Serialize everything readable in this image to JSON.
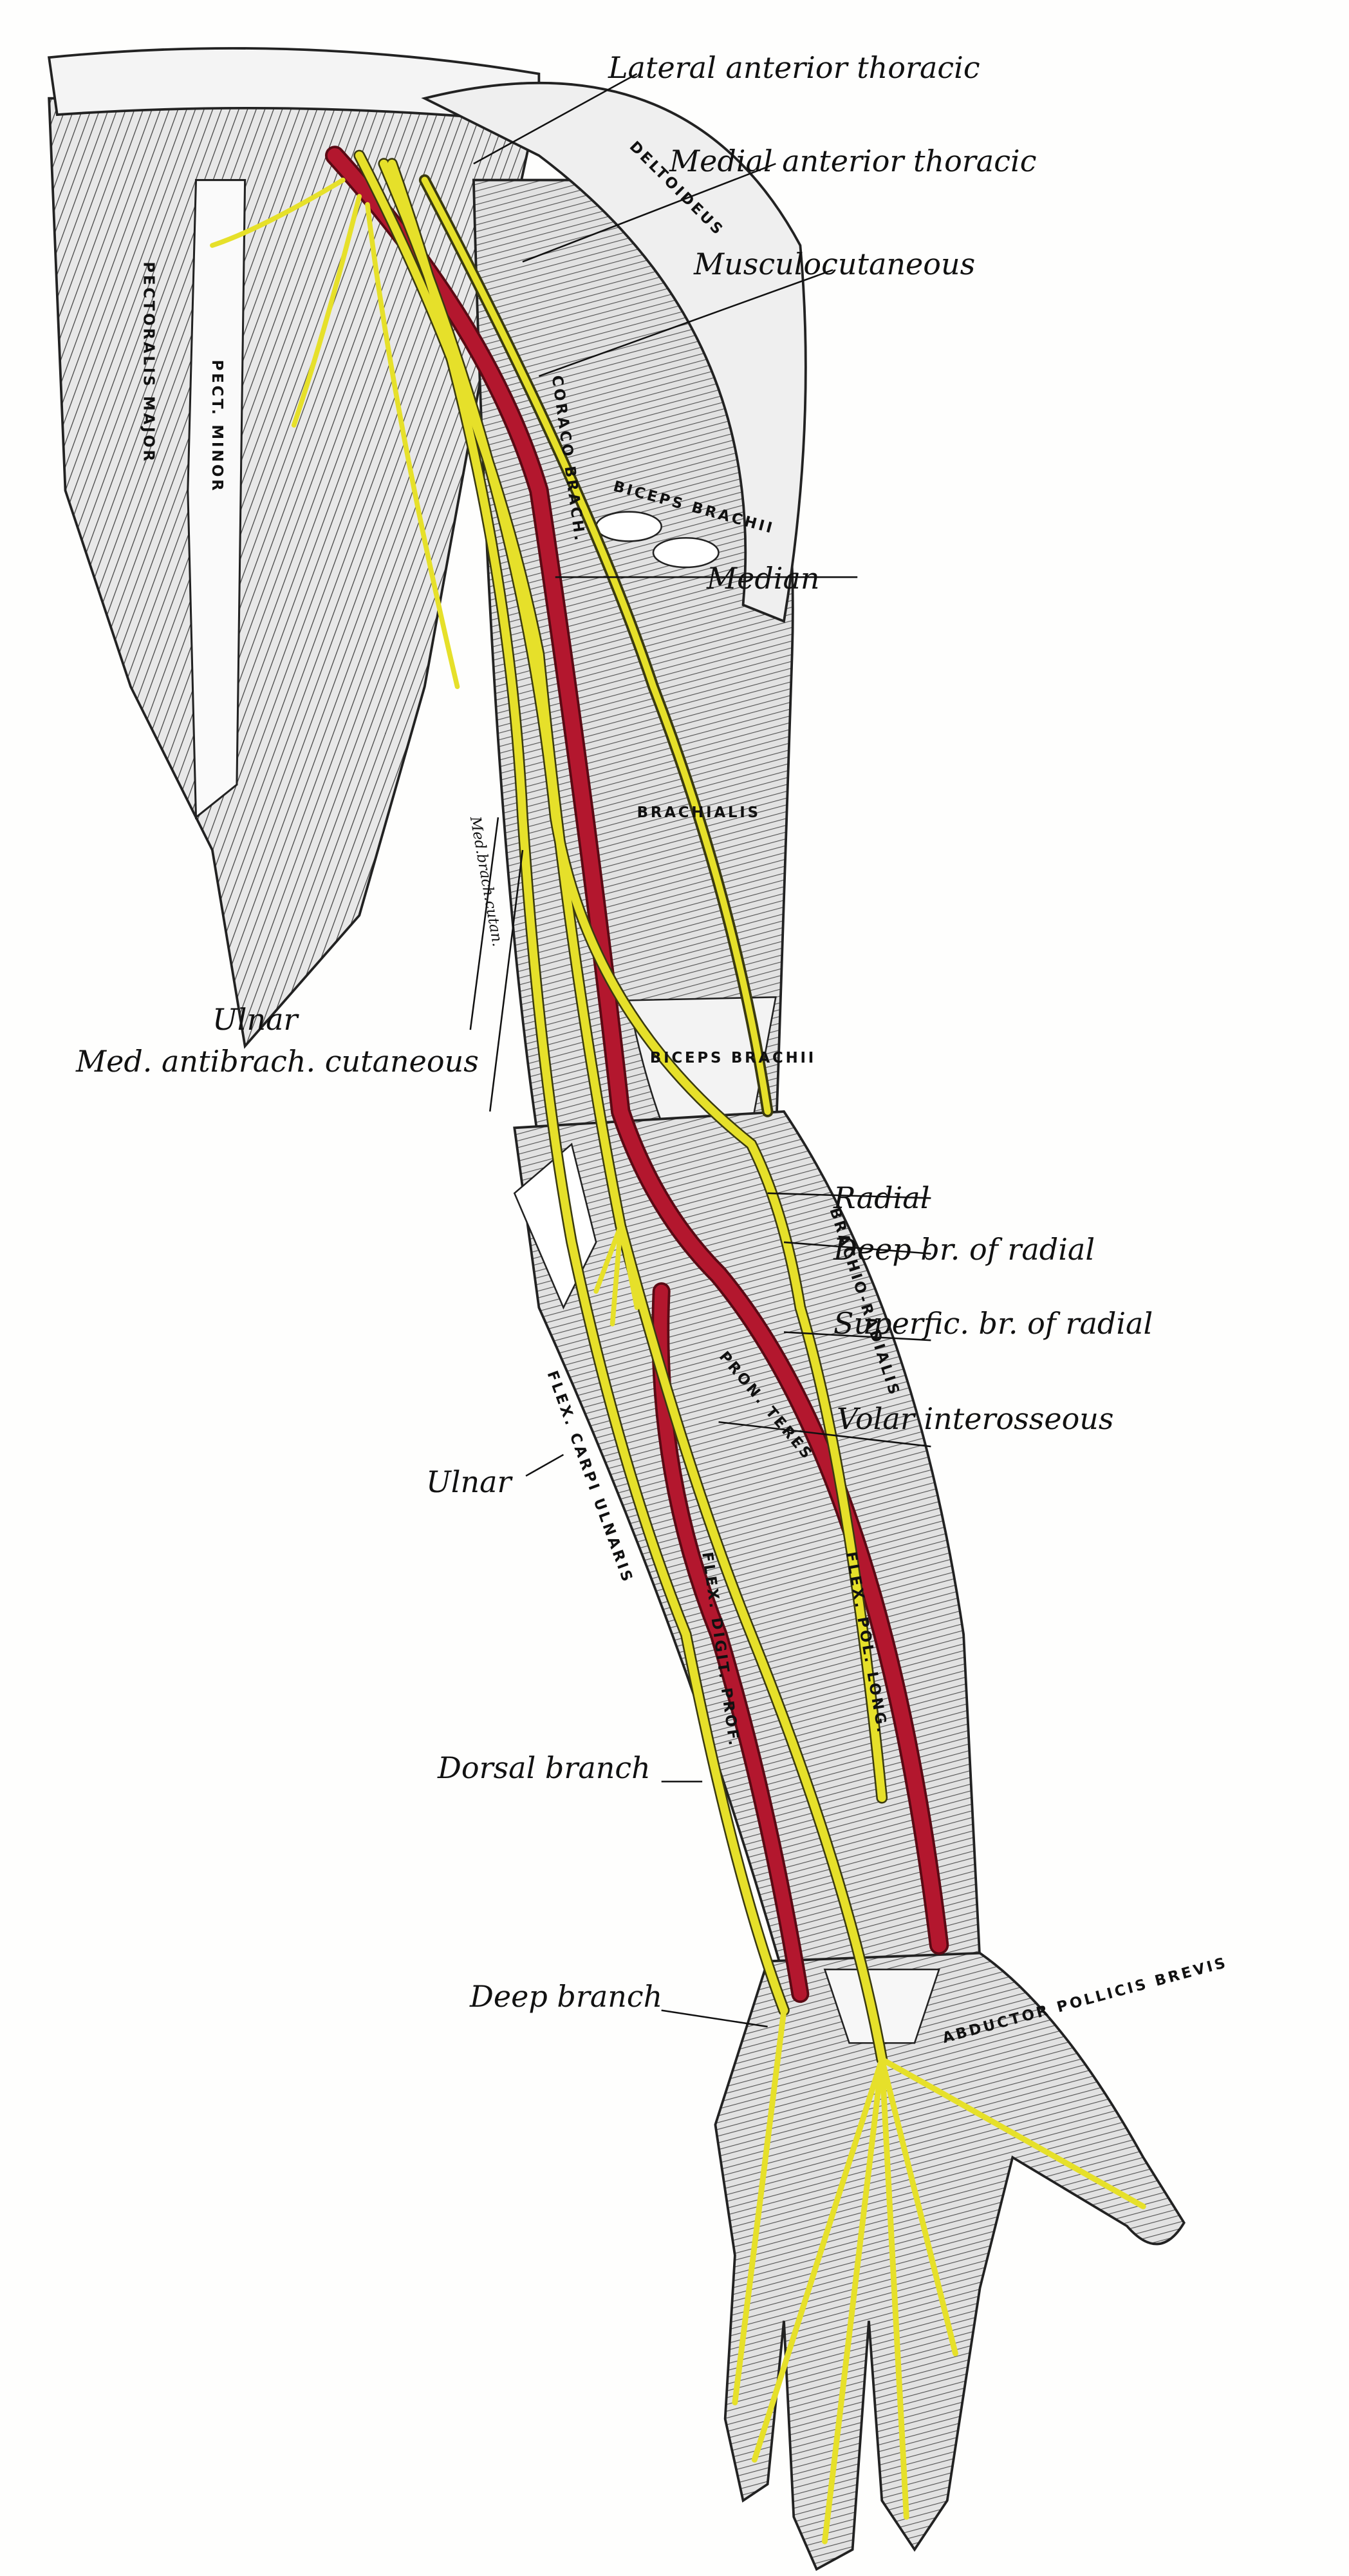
{
  "figure": {
    "nerve_labels": {
      "lateral_anterior_thoracic": "Lateral anterior thoracic",
      "medial_anterior_thoracic": "Medial anterior thoracic",
      "musculocutaneous": "Musculocutaneous",
      "median": "Median",
      "ulnar_upper": "Ulnar",
      "med_antibrach_cutaneous": "Med. antibrach. cutaneous",
      "med_brach_cutaneous": "Med.brach.cutan.",
      "radial": "Radial",
      "deep_br_radial": "Deep br. of radial",
      "superfic_br_radial": "Superfic. br. of radial",
      "volar_interosseous": "Volar interosseous",
      "ulnar_lower": "Ulnar",
      "dorsal_branch": "Dorsal branch",
      "deep_branch": "Deep branch"
    },
    "muscle_labels": {
      "deltoideus": "DELTOIDEUS",
      "pectoralis_major": "PECTORALIS MAJOR",
      "pect_minor": "PECT. MINOR",
      "coraco_brach": "CORACO BRACH.",
      "biceps_brachii": "BICEPS BRACHII",
      "brachialis": "BRACHIALIS",
      "biceps_brachii_tendon": "BICEPS BRACHII",
      "brachio_radialis": "BRACHIO-RADIALIS",
      "pron_teres": "PRON. TERES",
      "flex_carpi_ulnaris": "FLEX. CARPI ULNARIS",
      "flex_digit_prof": "FLEX. DIGIT. PROF.",
      "flex_pol_long": "FLEX. POL. LONG.",
      "abductor_pollicis_brevis": "ABDUCTOR POLLICIS BREVIS"
    },
    "colors": {
      "nerve": "#e6e02a",
      "artery": "#b3172e",
      "muscle": "#d9d9d9",
      "ink": "#111111"
    }
  }
}
